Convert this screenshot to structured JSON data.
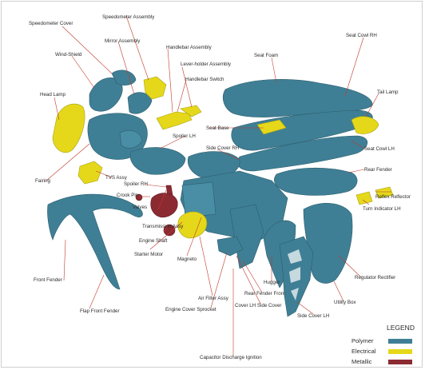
{
  "labels": {
    "speedometer_cover": "Speedometer Cover",
    "speedometer_assembly": "Speedometer Assembly",
    "mirror_assembly": "Mirror Assembly",
    "wind_shield": "Wind-Shield",
    "handlebar_assembly": "Handlebar Assembly",
    "lever_holder_assembly": "Lever-holder Assembly",
    "seat_foam": "Seat Foam",
    "seat_cowl_rh": "Seat Cowl RH",
    "head_lamp": "Head Lamp",
    "handlebar_switch": "Handlebar Switch",
    "tail_lamp": "Tail Lamp",
    "seat_base": "Seat Base",
    "side_cover_rh": "Side Cover RH",
    "spoiler_lh": "Spoiler LH",
    "seat_cowl_lh": "Seat Cowl LH",
    "fairing": "Fairing",
    "tvs_assy": "TVS Assy",
    "rear_fender": "Rear Fender",
    "spoiler_rh": "Spoiler RH",
    "reflex_reflector": "Reflex Reflector",
    "crook_pin": "Crook Pin",
    "turn_indicator_lh": "Turn Indicator LH",
    "valves": "Valves",
    "transmission_assy": "Transmission Assy",
    "engine_shaft": "Engine Shaft",
    "starter_motor": "Starter Motor",
    "magneto": "Magneto",
    "front_fender": "Front Fender",
    "air_filter_assy": "Air Filter Assy",
    "regulator_rectifier": "Regulator Rectifier",
    "hugger": "Hugger",
    "rear_fender_front": "Rear Fender Front",
    "flap_front_fender": "Flap Front Fender",
    "engine_cover_sprocket": "Engine Cover Sprocket",
    "cover_lh_side_cover": "Cover LH Side Cover",
    "utility_box": "Utility Box",
    "side_cover_lh": "Side Cover LH",
    "capacitor_discharge_ignition": "Capacitor Discharge Ignition"
  },
  "legend": {
    "title": "LEGEND",
    "items": [
      {
        "label": "Polymer",
        "color": "#3f7f95"
      },
      {
        "label": "Electrical",
        "color": "#e5d81a"
      },
      {
        "label": "Metallic",
        "color": "#8c2a32"
      }
    ]
  }
}
